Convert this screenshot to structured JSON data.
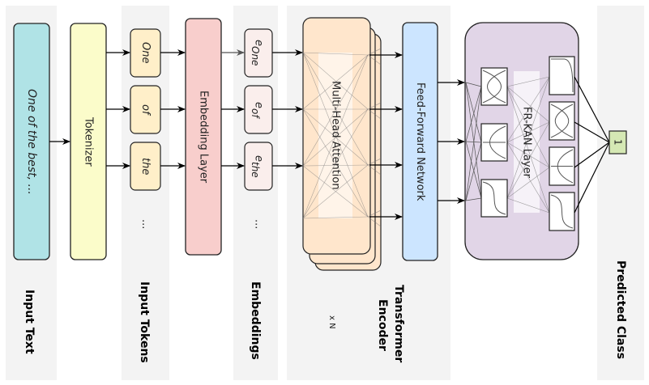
{
  "diagram": {
    "stages": [
      {
        "id": "input_text",
        "label": "Input Text",
        "content": "One of the best, ..."
      },
      {
        "id": "tokenizer",
        "label": "Tokenizer"
      },
      {
        "id": "input_tokens",
        "label": "Input Tokens",
        "tokens": [
          "One",
          "of",
          "the",
          "..."
        ]
      },
      {
        "id": "embedding_layer",
        "label": "Embedding Layer"
      },
      {
        "id": "embeddings",
        "label": "Embeddings",
        "items": [
          {
            "base": "e",
            "sub": "One"
          },
          {
            "base": "e",
            "sub": "of"
          },
          {
            "base": "e",
            "sub": "the"
          },
          {
            "base": "...",
            "sub": ""
          }
        ]
      },
      {
        "id": "transformer",
        "label_line1": "Transformer",
        "label_line2": "Encoder",
        "repeat": "x N",
        "attention": "Multi-Head Attention",
        "ffn": "Feed-Forward Network"
      },
      {
        "id": "frkan",
        "label": "FR-KAN Layer"
      },
      {
        "id": "predicted",
        "label": "Predicted Class",
        "value": "1"
      }
    ],
    "colors": {
      "input_text": "#b0e3e6",
      "tokenizer": "#fbfcca",
      "token": "#ffefc9",
      "embedding_layer": "#f8cecc",
      "embedding": "#faeeec",
      "attention": "#ffe6cc",
      "ffn": "#cce5ff",
      "kan": "#e1d5e7",
      "output": "#d5e8b4",
      "band": "#f3f3f3"
    }
  }
}
